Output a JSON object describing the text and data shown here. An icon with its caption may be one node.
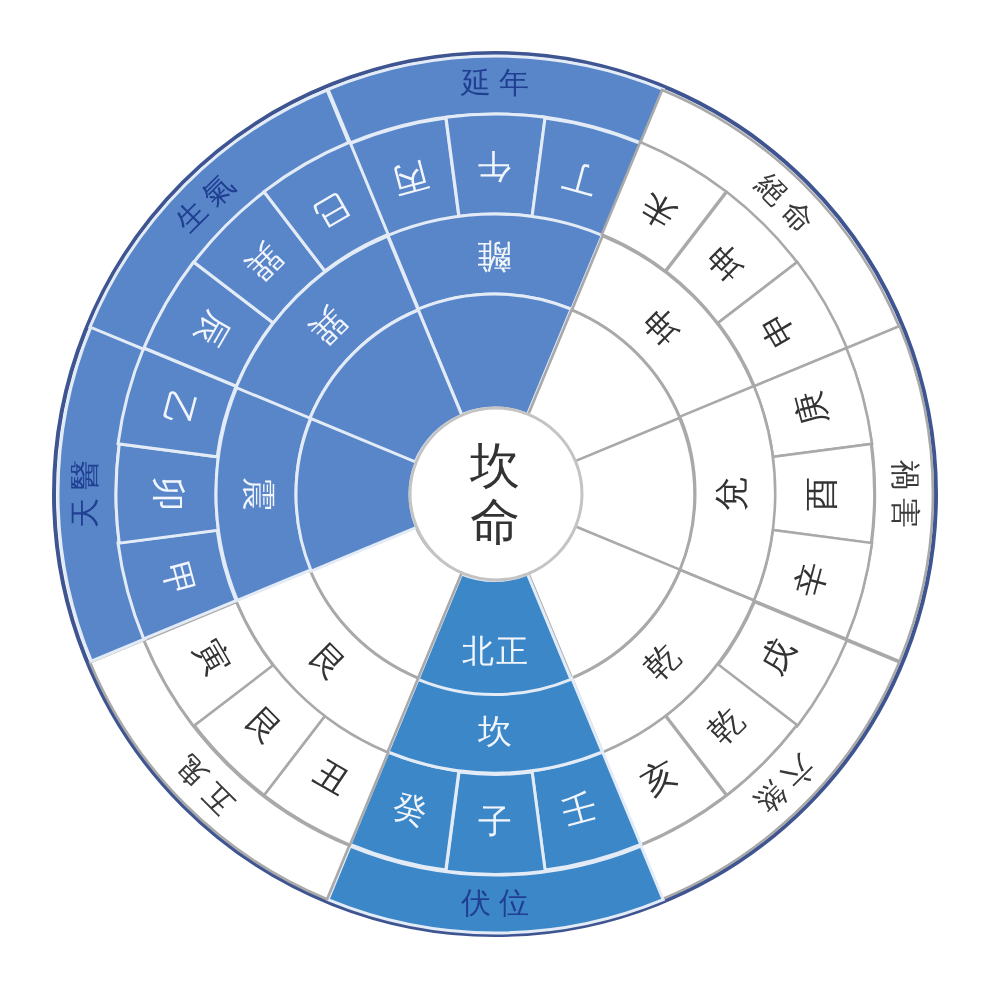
{
  "diagram": {
    "nodes": [
      {
        "text": [
          "延年"
        ]
      },
      {
        "text": [
          "丙"
        ]
      },
      {
        "text": [
          "午"
        ]
      },
      {
        "text": [
          "丁"
        ]
      },
      {
        "text": [
          "離"
        ]
      },
      {
        "text": [],
        "shape": "sector"
      },
      {
        "text": [
          "絕命"
        ]
      },
      {
        "text": [
          "未"
        ]
      },
      {
        "text": [
          "坤"
        ]
      },
      {
        "text": [
          "申"
        ]
      },
      {
        "text": [
          "坤"
        ]
      },
      {
        "text": [],
        "shape": "sector"
      },
      {
        "text": [
          "禍害"
        ]
      },
      {
        "text": [
          "庚"
        ]
      },
      {
        "text": [
          "酉"
        ]
      },
      {
        "text": [
          "辛"
        ]
      },
      {
        "text": [
          "兌"
        ]
      },
      {
        "text": [],
        "shape": "sector"
      },
      {
        "text": [
          "六煞"
        ]
      },
      {
        "text": [
          "戌"
        ]
      },
      {
        "text": [
          "乾"
        ]
      },
      {
        "text": [
          "亥"
        ]
      },
      {
        "text": [
          "乾"
        ]
      },
      {
        "text": [],
        "shape": "sector"
      },
      {
        "text": [
          "伏位"
        ]
      },
      {
        "text": [
          "壬"
        ]
      },
      {
        "text": [
          "子"
        ]
      },
      {
        "text": [
          "癸"
        ]
      },
      {
        "text": [
          "坎"
        ]
      },
      {
        "text": [
          "北正"
        ]
      },
      {
        "text": [
          "五鬼"
        ]
      },
      {
        "text": [
          "丑"
        ]
      },
      {
        "text": [
          "艮"
        ]
      },
      {
        "text": [
          "寅"
        ]
      },
      {
        "text": [
          "艮"
        ]
      },
      {
        "text": [],
        "shape": "sector"
      },
      {
        "text": [
          "天醫"
        ]
      },
      {
        "text": [
          "甲"
        ]
      },
      {
        "text": [
          "卯"
        ]
      },
      {
        "text": [
          "乙"
        ]
      },
      {
        "text": [
          "震"
        ]
      },
      {
        "text": [],
        "shape": "sector"
      },
      {
        "text": [
          "生氣"
        ]
      },
      {
        "text": [
          "辰"
        ]
      },
      {
        "text": [
          "巽"
        ]
      },
      {
        "text": [
          "巳"
        ]
      },
      {
        "text": [
          "巽"
        ]
      },
      {
        "text": [],
        "shape": "sector"
      },
      {
        "text": [
          "坎命"
        ]
      }
    ]
  }
}
